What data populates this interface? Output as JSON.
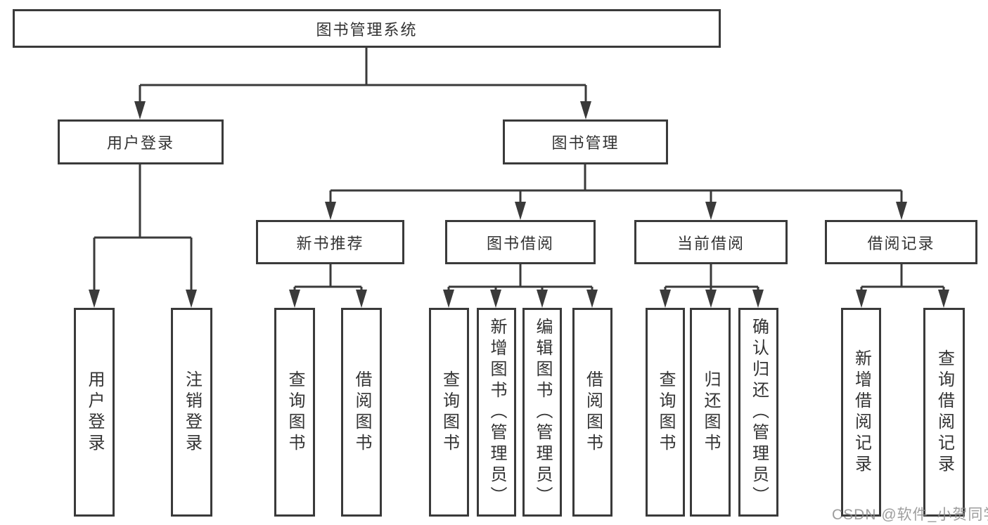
{
  "diagram_type": "tree",
  "colors": {
    "line": "#3a3a3a",
    "box_border": "#3a3a3a",
    "box_background": "#ffffff",
    "text": "#333333",
    "watermark": "#8c8c8c"
  },
  "nodes": {
    "root": "图书管理系统",
    "user_login": "用户登录",
    "book_mgmt": "图书管理",
    "new_book_rec": "新书推荐",
    "book_borrow": "图书借阅",
    "current_borrow": "当前借阅",
    "borrow_records": "借阅记录",
    "ul_user_login": "用户登录",
    "ul_logout": "注销登录",
    "nbr_query_book": "查询图书",
    "nbr_borrow_book": "借阅图书",
    "bb_query_book": "查询图书",
    "bb_add_book_admin": "新增图书（管理员）",
    "bb_edit_book_admin": "编辑图书（管理员）",
    "bb_borrow_book": "借阅图书",
    "cb_query_book": "查询图书",
    "cb_return_book": "归还图书",
    "cb_confirm_return_admin": "确认归还（管理员）",
    "br_add_record": "新增借阅记录",
    "br_query_record": "查询借阅记录"
  },
  "hierarchy": [
    {
      "parent": "图书管理系统",
      "children": [
        "用户登录",
        "图书管理"
      ]
    },
    {
      "parent": "用户登录",
      "children": [
        "用户登录",
        "注销登录"
      ]
    },
    {
      "parent": "图书管理",
      "children": [
        "新书推荐",
        "图书借阅",
        "当前借阅",
        "借阅记录"
      ]
    },
    {
      "parent": "新书推荐",
      "children": [
        "查询图书",
        "借阅图书"
      ]
    },
    {
      "parent": "图书借阅",
      "children": [
        "查询图书",
        "新增图书（管理员）",
        "编辑图书（管理员）",
        "借阅图书"
      ]
    },
    {
      "parent": "当前借阅",
      "children": [
        "查询图书",
        "归还图书",
        "确认归还（管理员）"
      ]
    },
    {
      "parent": "借阅记录",
      "children": [
        "新增借阅记录",
        "查询借阅记录"
      ]
    }
  ],
  "watermark": {
    "text": "CSDN @软件_小贺同学"
  }
}
